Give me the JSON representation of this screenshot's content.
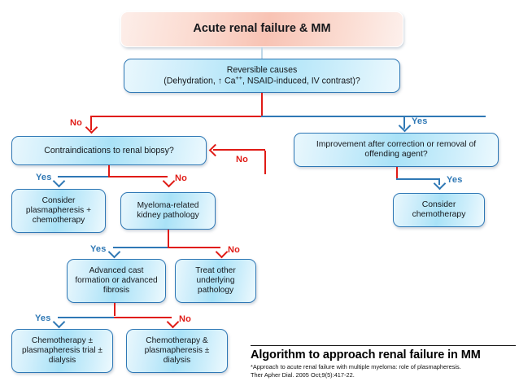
{
  "title": "Algorithm to approach renal failure in MM",
  "colors": {
    "yes_label": "#2f78b5",
    "no_label": "#e01b16",
    "root_box": "#f8c3b4",
    "decision_box": "#a9e2f7"
  },
  "nodes": {
    "root": {
      "label": "Acute renal failure & MM"
    },
    "reversible": {
      "line1": "Reversible causes",
      "line2_pre": "(Dehydration, ↑ Ca",
      "line2_sup": "++",
      "line2_post": ", NSAID-induced, IV contrast)?"
    },
    "improvement": {
      "label": "Improvement after correction or removal of offending agent?"
    },
    "contraindications": {
      "label": "Contraindications to renal biopsy?"
    },
    "consider_chemo": {
      "label": "Consider chemotherapy"
    },
    "consider_plasma": {
      "label": "Consider plasmapheresis + chemotherapy"
    },
    "myeloma_related": {
      "label": "Myeloma-related kidney pathology"
    },
    "advanced_cast": {
      "label": "Advanced cast formation or advanced fibrosis"
    },
    "treat_other": {
      "label": "Treat other underlying pathology"
    },
    "chemo_trial": {
      "label": "Chemotherapy ± plasmapheresis trial ± dialysis"
    },
    "chemo_plasma": {
      "label": "Chemotherapy & plasmapheresis ± dialysis"
    }
  },
  "edge_labels": {
    "l1_no": "No",
    "l1_yes": "Yes",
    "improvement_no": "No",
    "improvement_yes": "Yes",
    "contra_yes": "Yes",
    "contra_no": "No",
    "myeloma_yes": "Yes",
    "myeloma_no": "No",
    "cast_yes": "Yes",
    "cast_no": "No"
  },
  "caption": {
    "heading": "Algorithm to approach renal failure in MM",
    "citation_line1": "*Approach to acute renal failure with multiple myeloma: role of plasmapheresis.",
    "citation_line2": "Ther Apher Dial. 2005 Oct;9(5):417-22."
  }
}
